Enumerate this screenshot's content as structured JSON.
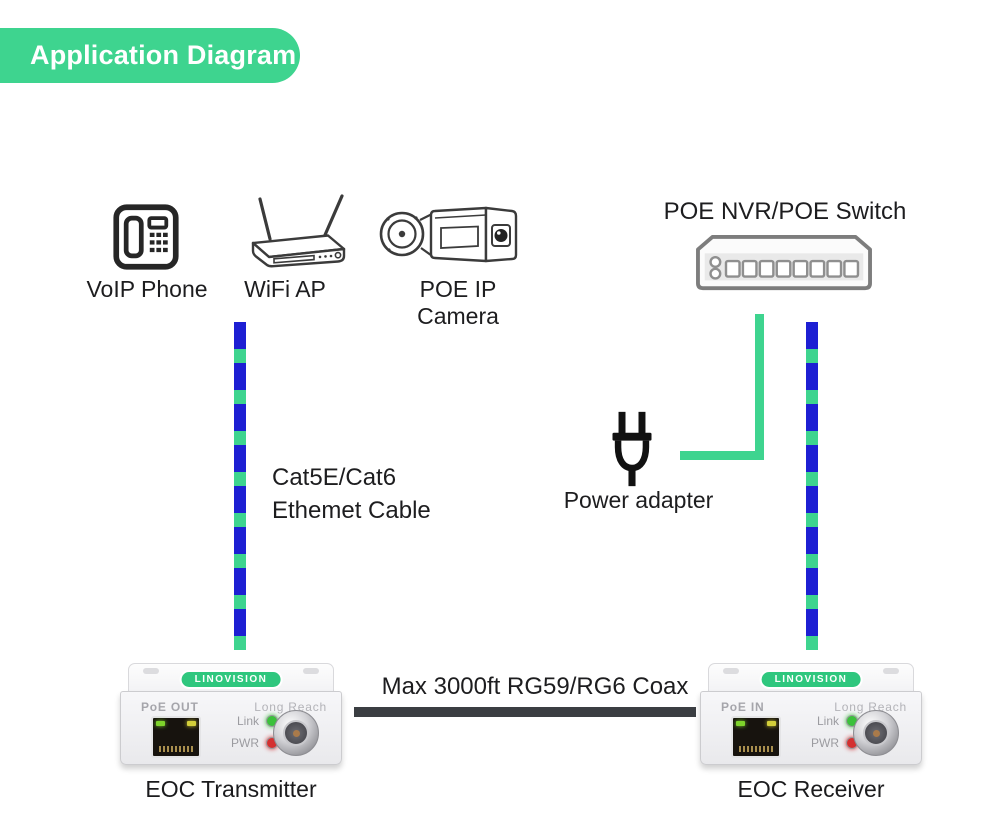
{
  "badge": {
    "title": "Application Diagram"
  },
  "colors": {
    "accent_green": "#3ed48f",
    "cable_blue": "#1d1fd3",
    "brand_green": "#2fc77e",
    "coax_dark": "#3b3e42",
    "led_green": "#3bc13b",
    "led_red": "#d43030"
  },
  "top_devices": {
    "voip_phone": {
      "label": "VoIP Phone",
      "icon": "voip-phone-icon"
    },
    "wifi_ap": {
      "label": "WiFi AP",
      "icon": "wifi-ap-icon"
    },
    "poe_camera": {
      "label": "POE IP Camera",
      "icon": "poe-ip-camera-icon"
    },
    "poe_switch": {
      "label": "POE NVR/POE Switch",
      "icon": "poe-switch-icon"
    }
  },
  "cables": {
    "ethernet_label_line1": "Cat5E/Cat6",
    "ethernet_label_line2": "Ethemet Cable",
    "coax_label": "Max 3000ft RG59/RG6 Coax"
  },
  "power": {
    "label": "Power adapter",
    "icon": "power-plug-icon"
  },
  "transmitter": {
    "brand": "LINOVISION",
    "port_label": "PoE  OUT",
    "reach_label": "Long Reach",
    "link_label": "Link",
    "pwr_label": "PWR",
    "caption": "EOC Transmitter"
  },
  "receiver": {
    "brand": "LINOVISION",
    "port_label": "PoE  IN",
    "reach_label": "Long Reach",
    "link_label": "Link",
    "pwr_label": "PWR",
    "caption": "EOC Receiver"
  }
}
